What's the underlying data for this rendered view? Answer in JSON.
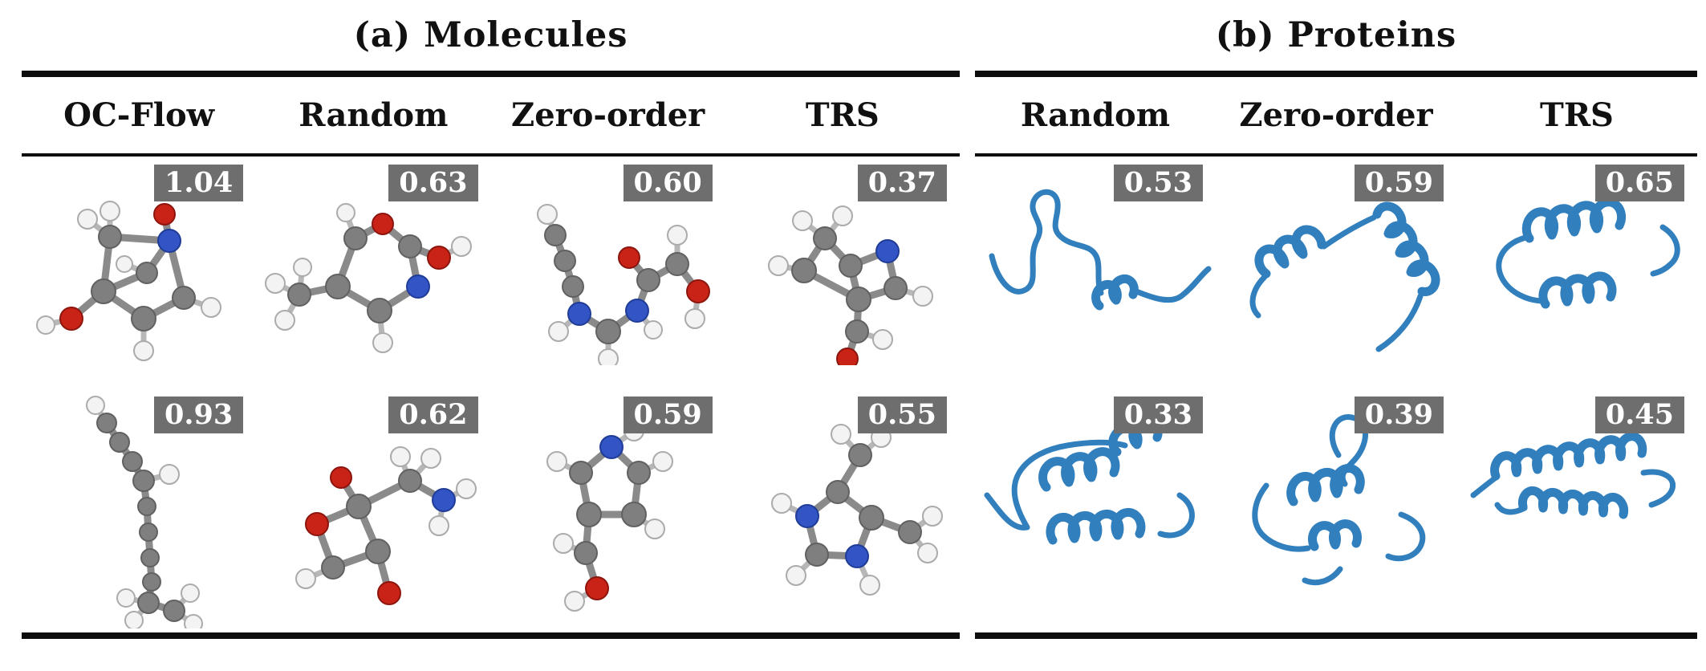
{
  "figure": {
    "panels": [
      {
        "id": "molecules",
        "title": "(a) Molecules",
        "columns": [
          "OC-Flow",
          "Random",
          "Zero-order",
          "TRS"
        ],
        "rows": [
          {
            "scores": [
              "1.04",
              "0.63",
              "0.60",
              "0.37"
            ]
          },
          {
            "scores": [
              "0.93",
              "0.62",
              "0.59",
              "0.55"
            ]
          }
        ]
      },
      {
        "id": "proteins",
        "title": "(b) Proteins",
        "columns": [
          "Random",
          "Zero-order",
          "TRS"
        ],
        "rows": [
          {
            "scores": [
              "0.53",
              "0.59",
              "0.65"
            ]
          },
          {
            "scores": [
              "0.33",
              "0.39",
              "0.45"
            ]
          }
        ]
      }
    ],
    "colors": {
      "badge_bg": "#6e6e6e",
      "badge_text": "#ffffff",
      "rule": "#0d0d0d",
      "carbon": "#7f7f7f",
      "hydrogen": "#f3f3f3",
      "oxygen": "#c92318",
      "nitrogen": "#3254c5",
      "protein_ribbon": "#327fbd",
      "background": "#ffffff"
    }
  }
}
